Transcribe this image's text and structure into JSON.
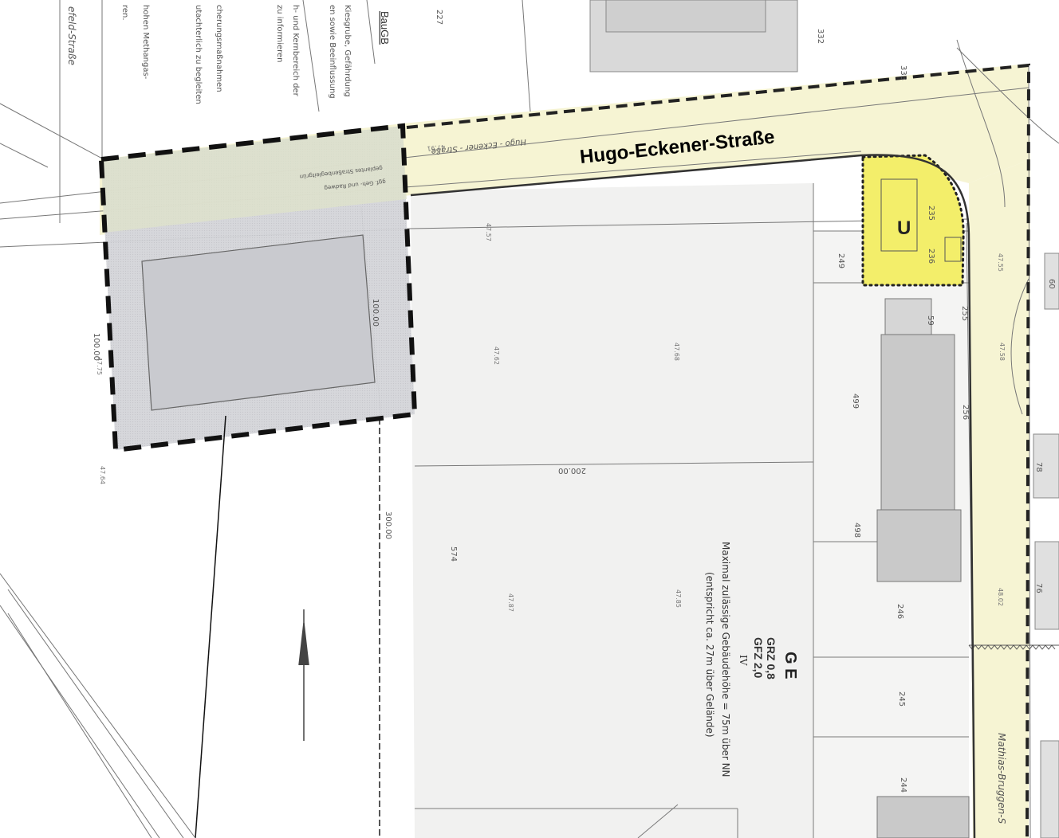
{
  "map": {
    "street_main": "Hugo-Eckener-Straße",
    "street_main_small": "Hugo - Eckener - Straße",
    "street_right": "Mathias-Bruggen-S",
    "street_left": "efeld-Straße",
    "baugb_heading": "BauGB",
    "notes": [
      "ren.",
      "hohen Methangas-",
      "utachterlich zu begleiten",
      "cherungsmaßnahmen",
      "zu informieren",
      "h- und Kernbereich der",
      "en sowie Beeinflussung",
      "Kiesgrube, Gefährdung"
    ],
    "zone": {
      "code": "G E",
      "grz": "GRZ 0,8",
      "gfz": "GFZ 2,0",
      "floors": "IV",
      "height_line1": "Maximal zulässige Gebäudehöhe = 75m über NN",
      "height_line2": "(entspricht ca. 27m über Gelände)"
    },
    "special_zone_code": "U",
    "dimensions": {
      "d100_vertical": "100.00",
      "d100_left": "100.00",
      "d200": "200.00",
      "d300": "300.00"
    },
    "parcels": [
      "227",
      "332",
      "333",
      "249",
      "235",
      "236",
      "255",
      "499",
      "498",
      "574",
      "246",
      "245",
      "244",
      "256",
      "59",
      "60",
      "78",
      "76"
    ],
    "elevations": [
      "47.58",
      "47.57",
      "47.68",
      "47.75",
      "47.64",
      "47.87",
      "47.85",
      "48.02",
      "47.55",
      "47.62",
      "47.91"
    ],
    "small_labels": [
      "geplantes Straßenbegleitgrün",
      "ggf. Geh- und Radweg"
    ],
    "colors": {
      "highlight_yellow": "#f3ee6a",
      "road_fill": "#f6f4d3",
      "area_grey": "#cfd0d4",
      "boundary": "#222222",
      "street_label": "#000000"
    },
    "icons": [
      "north-arrow-icon"
    ]
  }
}
